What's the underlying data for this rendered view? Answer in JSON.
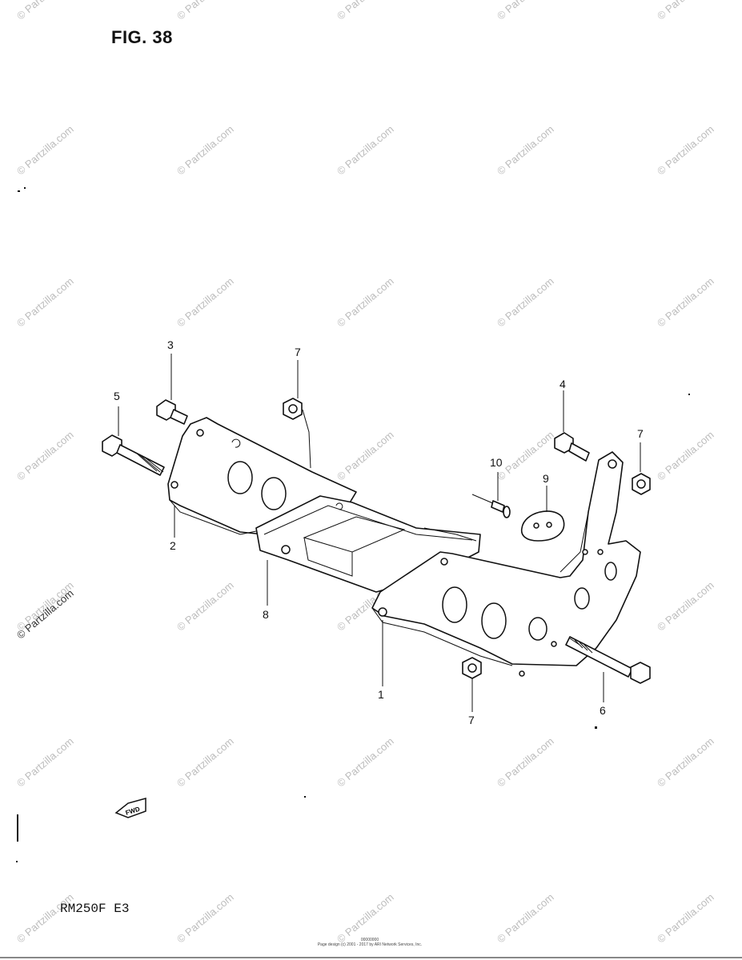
{
  "figure": {
    "title": "FIG. 38"
  },
  "model": "RM250F  E3",
  "watermark": "© Partzilla.com",
  "fwd_label": "FWD",
  "copyright": {
    "line1": "00000000",
    "line2": "Page design (c) 2001 - 2017 by ARI Network Services, Inc."
  },
  "callouts": [
    {
      "id": "1",
      "label": "1"
    },
    {
      "id": "2",
      "label": "2"
    },
    {
      "id": "3",
      "label": "3"
    },
    {
      "id": "4",
      "label": "4"
    },
    {
      "id": "5",
      "label": "5"
    },
    {
      "id": "6",
      "label": "6"
    },
    {
      "id": "7a",
      "label": "7"
    },
    {
      "id": "7b",
      "label": "7"
    },
    {
      "id": "7c",
      "label": "7"
    },
    {
      "id": "8",
      "label": "8"
    },
    {
      "id": "9",
      "label": "9"
    },
    {
      "id": "10",
      "label": "10"
    }
  ]
}
